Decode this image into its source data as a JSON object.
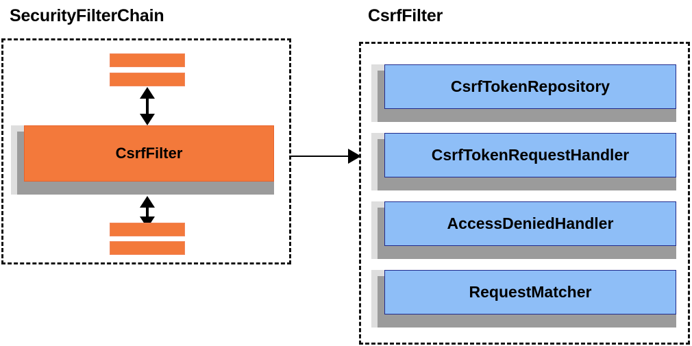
{
  "diagram": {
    "title_left": "SecurityFilterChain",
    "title_right": "CsrfFilter",
    "colors": {
      "orange_face": "#f3793b",
      "orange_border": "#e8622a",
      "blue_face": "#8ebef7",
      "blue_border": "#1f2a8c",
      "shadow_mid": "#9b9b9b",
      "shadow_back": "#dedede",
      "outline": "#111111",
      "arrow": "#000000"
    },
    "left_group": {
      "label": "SecurityFilterChain",
      "highlighted_filter": "CsrfFilter",
      "filters_above_count": 2,
      "filters_below_count": 2,
      "arrow_above_label": "bidirectional",
      "arrow_below_label": "bidirectional"
    },
    "connector": {
      "from": "CsrfFilter",
      "to": "CsrfFilter collaborators",
      "direction": "right"
    },
    "right_group": {
      "label": "CsrfFilter",
      "collaborators": [
        {
          "label": "CsrfTokenRepository"
        },
        {
          "label": "CsrfTokenRequestHandler"
        },
        {
          "label": "AccessDeniedHandler"
        },
        {
          "label": "RequestMatcher"
        }
      ]
    }
  }
}
